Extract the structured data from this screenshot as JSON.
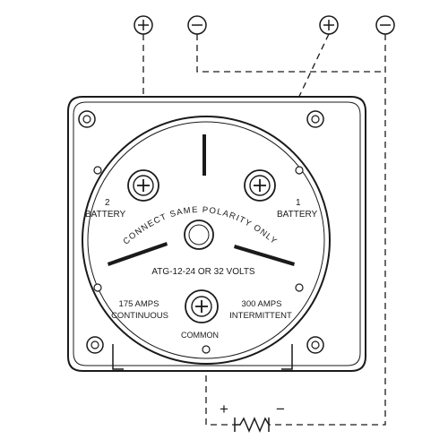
{
  "terminal_symbols": {
    "positive": "+",
    "negative": "−"
  },
  "labels": {
    "battery_2_number": "2",
    "battery_2_word": "BATTERY",
    "battery_1_number": "1",
    "battery_1_word": "BATTERY",
    "polarity_warning": "CONNECT SAME POLARITY ONLY",
    "model_voltage": "ATG-12-24 OR 32 VOLTS",
    "continuous_amps": "175 AMPS",
    "continuous_word": "CONTINUOUS",
    "intermittent_amps": "300 AMPS",
    "intermittent_word": "INTERMITTENT",
    "common": "COMMON",
    "load_positive": "+",
    "load_negative": "−"
  },
  "colors": {
    "ink": "#1a1a1a",
    "background": "#ffffff"
  }
}
